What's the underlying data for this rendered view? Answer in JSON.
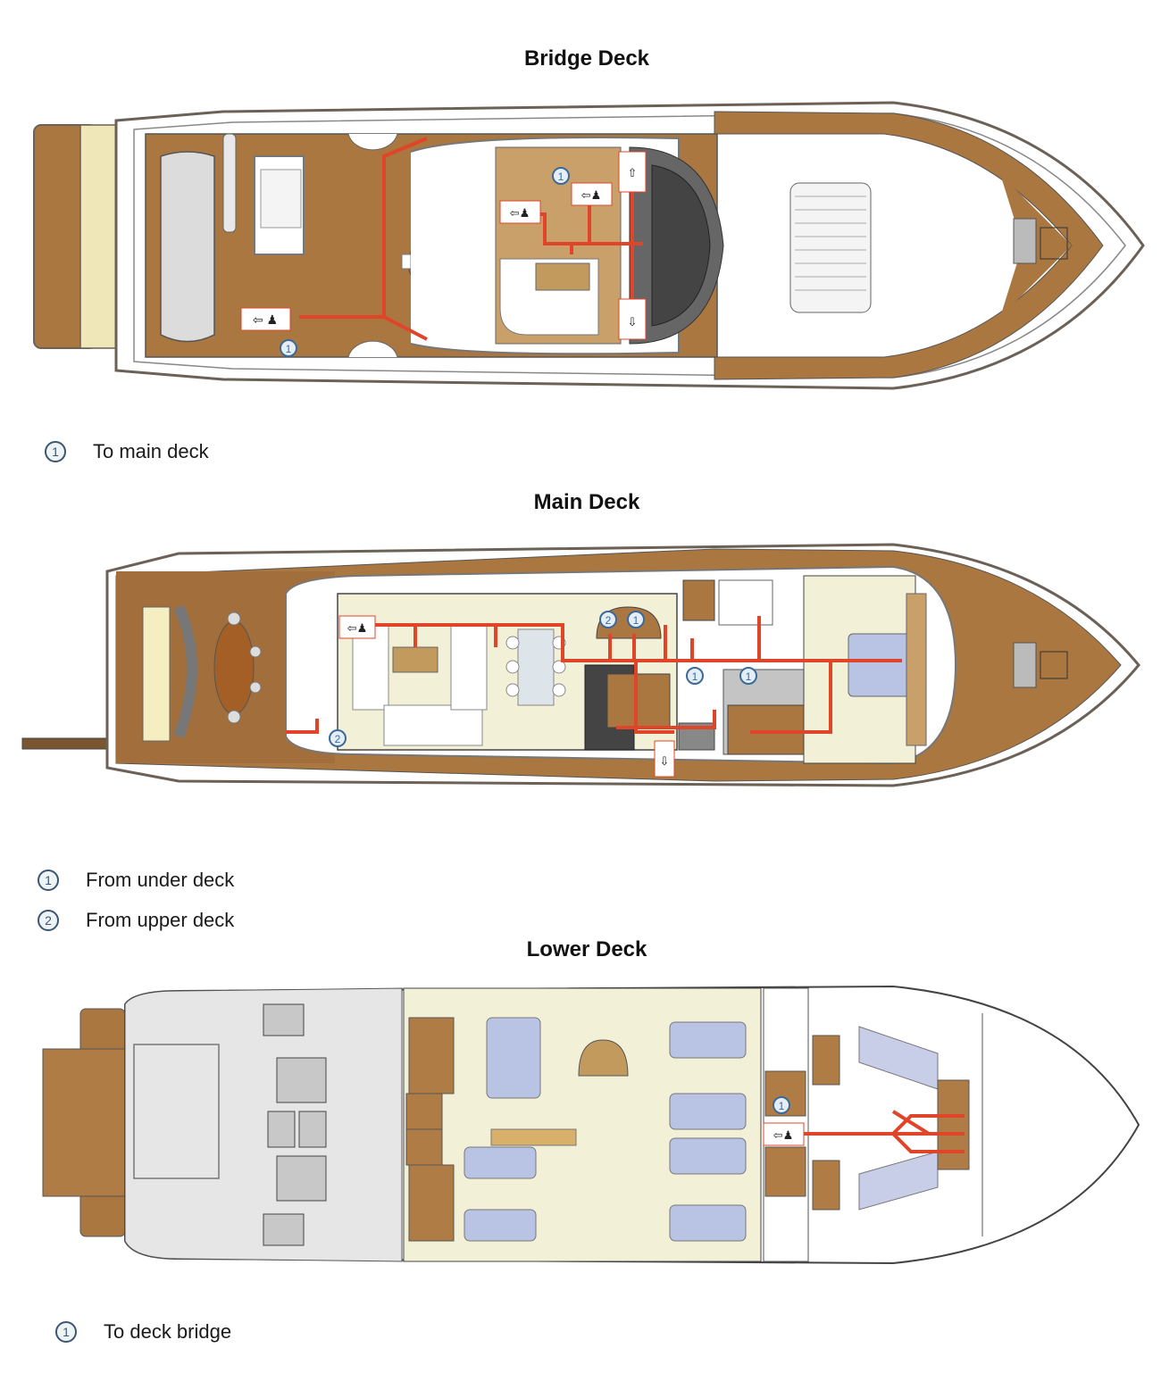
{
  "colors": {
    "teak": "#a9773f",
    "teak_light": "#c9a06a",
    "cream": "#f3f0d8",
    "hull_outline": "#6b6157",
    "escape_route": "#e0452a",
    "bed_blue": "#b9c4e4",
    "marker_blue": "#3b6a9a",
    "engine_room": "#e6e6e6"
  },
  "decks": [
    {
      "title": "Bridge Deck",
      "legend": [
        {
          "number": "1",
          "label": "To main deck"
        }
      ],
      "markers": [
        "1",
        "1"
      ]
    },
    {
      "title": "Main Deck",
      "legend": [
        {
          "number": "1",
          "label": "From under deck"
        },
        {
          "number": "2",
          "label": "From upper deck"
        }
      ],
      "markers": [
        "2",
        "1",
        "1",
        "1",
        "2"
      ]
    },
    {
      "title": "Lower Deck",
      "legend": [
        {
          "number": "1",
          "label": "To deck bridge"
        }
      ],
      "markers": [
        "1"
      ]
    }
  ]
}
